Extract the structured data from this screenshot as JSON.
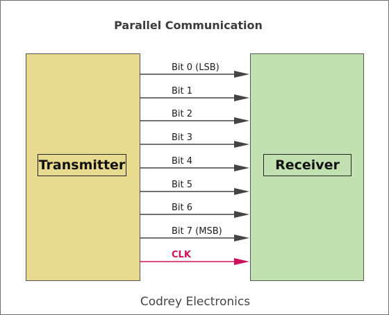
{
  "title": "Parallel Communication",
  "transmitter_label": "Transmitter",
  "receiver_label": "Receiver",
  "signals": [
    {
      "label": "Bit 0 (LSB)",
      "kind": "data"
    },
    {
      "label": "Bit 1",
      "kind": "data"
    },
    {
      "label": "Bit 2",
      "kind": "data"
    },
    {
      "label": "Bit 3",
      "kind": "data"
    },
    {
      "label": "Bit 4",
      "kind": "data"
    },
    {
      "label": "Bit 5",
      "kind": "data"
    },
    {
      "label": "Bit 6",
      "kind": "data"
    },
    {
      "label": "Bit 7 (MSB)",
      "kind": "data"
    },
    {
      "label": "CLK",
      "kind": "clock"
    }
  ],
  "colors": {
    "transmitter_fill": "#e8da8e",
    "receiver_fill": "#c2e1b1",
    "data_line": "#444444",
    "clock_line": "#d0105a"
  },
  "footer": "Codrey Electronics"
}
